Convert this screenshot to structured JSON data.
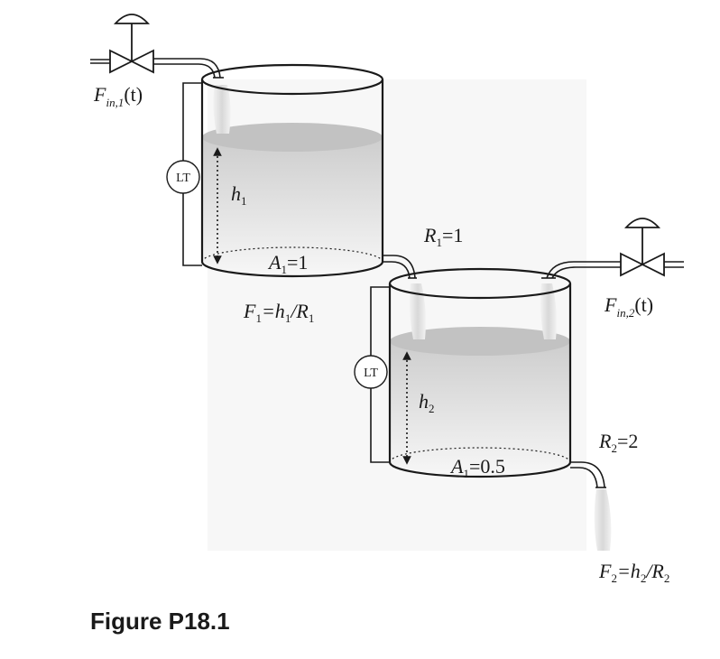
{
  "caption": "Figure P18.1",
  "tank1": {
    "level_label_base": "h",
    "level_label_sub": "1",
    "area_label_base": "A",
    "area_label_sub": "1",
    "area_label_rest": "=1",
    "transmitter": "LT"
  },
  "tank2": {
    "level_label_base": "h",
    "level_label_sub": "2",
    "area_label_base": "A",
    "area_label_sub": "1",
    "area_label_rest": "=0.5",
    "transmitter": "LT"
  },
  "inflow1": {
    "base": "F",
    "sub": "in,1",
    "rest": "(t)"
  },
  "inflow2": {
    "base": "F",
    "sub": "in,2",
    "rest": "(t)"
  },
  "resistance1": {
    "base": "R",
    "sub": "1",
    "rest": "=1"
  },
  "resistance2": {
    "base": "R",
    "sub": "2",
    "rest": "=2"
  },
  "outflow1": {
    "f": "F",
    "fsub": "1",
    "eq": "=h",
    "hsub": "1",
    "slash": "/R",
    "rsub": "1"
  },
  "outflow2": {
    "f": "F",
    "fsub": "2",
    "eq": "=h",
    "hsub": "2",
    "slash": "/R",
    "rsub": "2"
  },
  "colors": {
    "liquid_top": "#c4c4c4",
    "liquid_bottom": "#f4f4f4",
    "stroke": "#1a1a1a",
    "backdrop": "#f5f5f5"
  }
}
